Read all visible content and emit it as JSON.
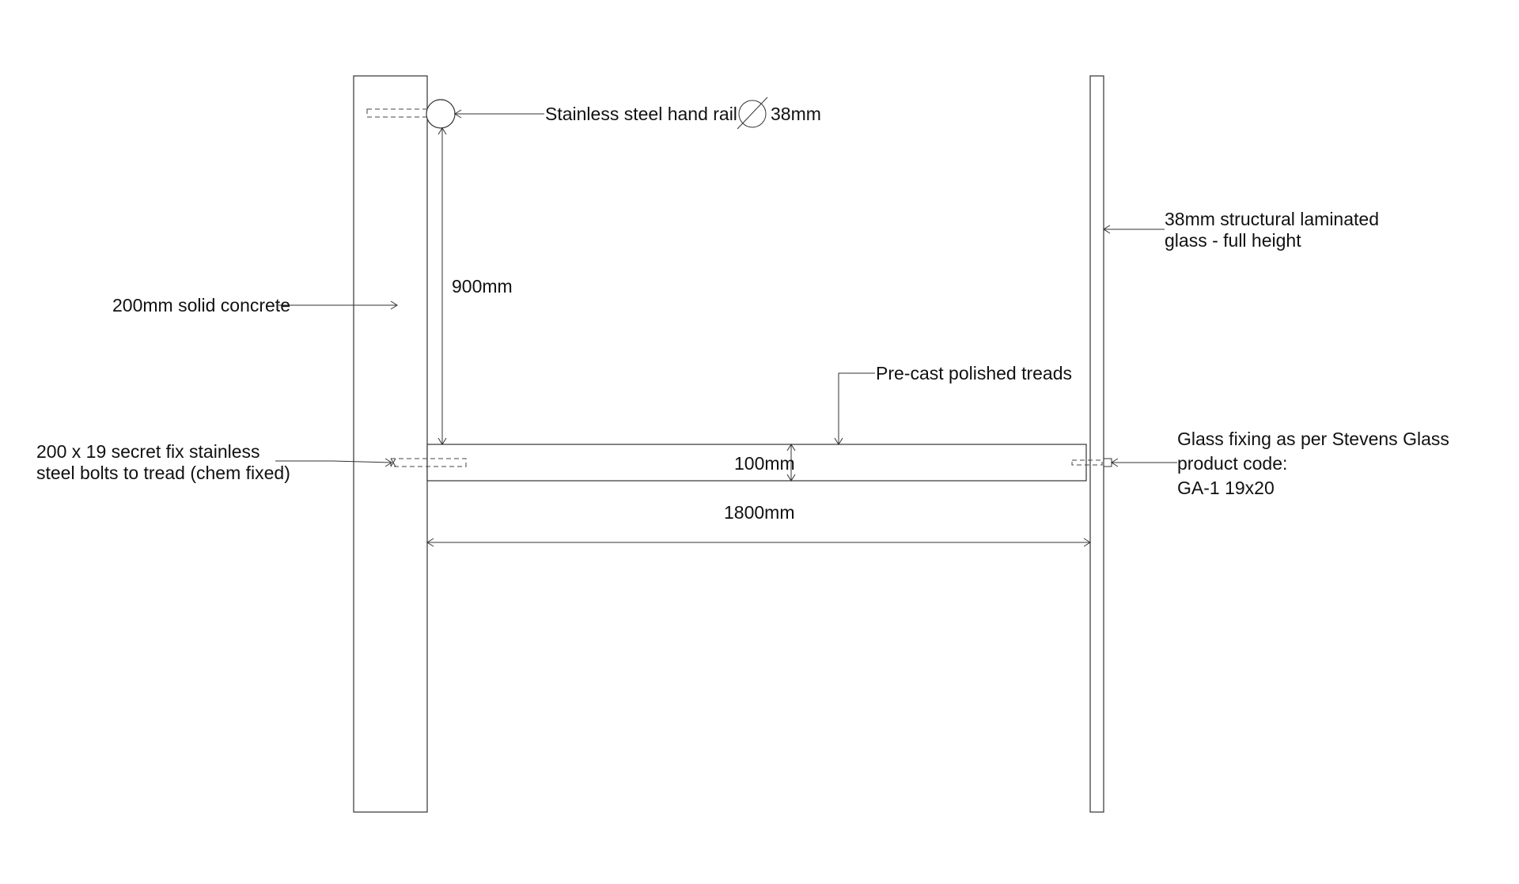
{
  "labels": {
    "handrail": "Stainless steel hand rail",
    "handrail_diameter": "38mm",
    "glass": [
      "38mm structural laminated",
      "glass - full height"
    ],
    "concrete": "200mm solid concrete",
    "handrail_height": "900mm",
    "treads": "Pre-cast polished treads",
    "bolts": [
      "200 x 19 secret fix stainless",
      "steel bolts to tread (chem fixed)"
    ],
    "tread_thickness": "100mm",
    "glass_fixing": [
      "Glass fixing as per Stevens Glass",
      "product code:",
      "GA-1 19x20"
    ],
    "span": "1800mm"
  },
  "colors": {
    "line": "#333333",
    "text": "#111111",
    "background": "#ffffff"
  }
}
